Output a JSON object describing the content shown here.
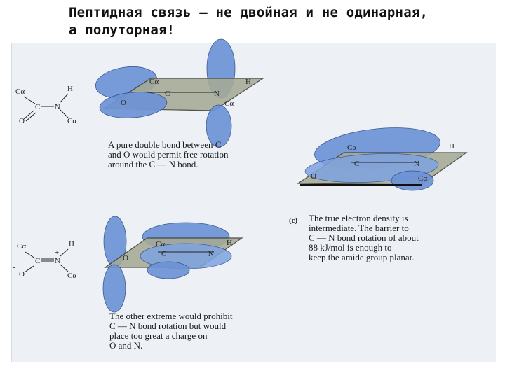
{
  "slide": {
    "title_line1": "Пептидная связь – не двойная и не одинарная,",
    "title_line2": "а полуторная!"
  },
  "panel_a": {
    "formula": {
      "c_alpha_top": "Cα",
      "h": "H",
      "c": "C",
      "n": "N",
      "o": "O",
      "c_alpha_bottom": "Cα"
    },
    "caption": "A pure double bond between C\nand O would permit free rotation\naround the C — N bond."
  },
  "panel_b": {
    "formula": {
      "c_alpha_top": "Cα",
      "h": "H",
      "c": "C",
      "n": "N",
      "n_charge": "+",
      "o": "O",
      "o_charge": "-",
      "c_alpha_bottom": "Cα"
    },
    "caption": "The other extreme would prohibit\nC — N bond rotation but would\nplace too great a charge on\nO and N."
  },
  "panel_c": {
    "label": "(c)",
    "caption": "The true electron density is\nintermediate.  The barrier to\nC — N bond rotation of about\n88 kJ/mol is enough to\nkeep the amide group planar."
  },
  "orbital_labels": {
    "c_alpha": "Cα",
    "c": "C",
    "n": "N",
    "h": "H",
    "o": "O"
  },
  "colors": {
    "orbital": "#6d93d6",
    "plane": "#a6ab96",
    "background": "#edf1f6"
  }
}
